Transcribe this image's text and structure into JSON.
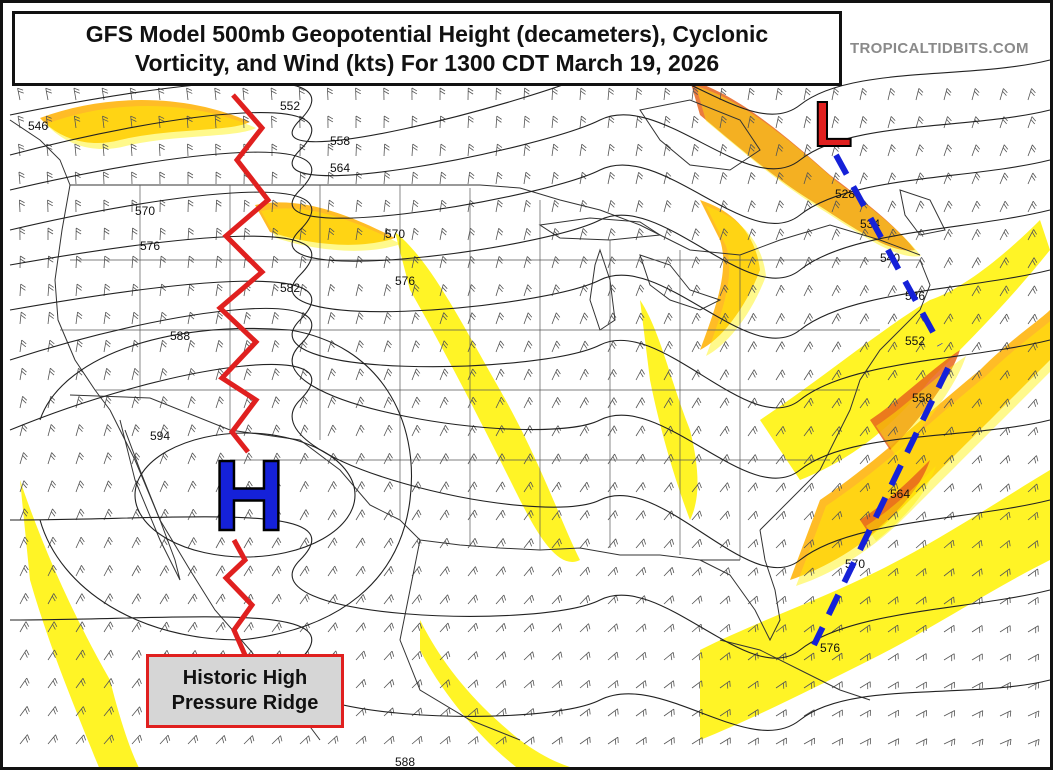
{
  "title": {
    "line1": "GFS Model 500mb Geopotential Height (decameters), Cyclonic",
    "line2": "Vorticity, and Wind (kts) For 1300 CDT March 19, 2026"
  },
  "credit": "TROPICALTIDBITS.COM",
  "pressure_centers": {
    "high": {
      "label": "H",
      "color": "#1521d8"
    },
    "low": {
      "label": "L",
      "color": "#e0201f"
    }
  },
  "callout": {
    "line1": "Historic High",
    "line2": "Pressure Ridge"
  },
  "contour_labels": [
    "546",
    "552",
    "558",
    "564",
    "570",
    "576",
    "582",
    "588",
    "594",
    "528",
    "534",
    "540",
    "546",
    "552",
    "558",
    "564",
    "570",
    "576",
    "570",
    "576",
    "588"
  ],
  "colors": {
    "ridge_axis": "#e0201f",
    "trough_axis": "#1521d8",
    "vorticity_low": "#fff200",
    "vorticity_mid": "#ffb000",
    "vorticity_high": "#e8641c",
    "contour": "#222222"
  },
  "icons": {
    "ridge_line": "red-zigzag-ridge-icon",
    "trough_line": "blue-dashed-trough-icon",
    "wind_barbs": "wind-barb-icon"
  }
}
